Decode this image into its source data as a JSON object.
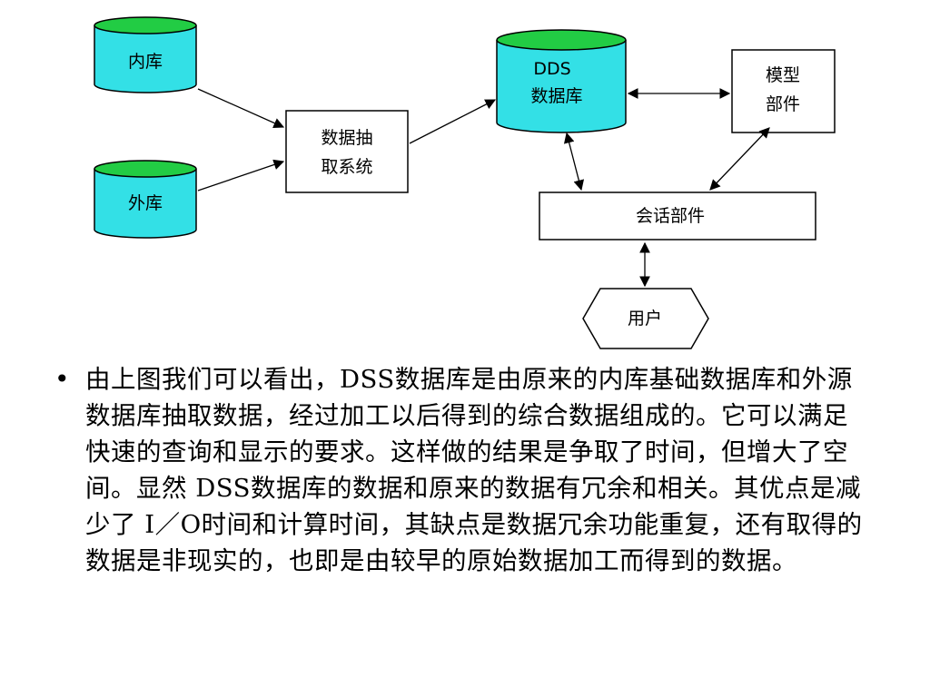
{
  "diagram": {
    "inner_db": "内库",
    "outer_db": "外库",
    "extract_line1": "数据抽",
    "extract_line2": "取系统",
    "dds_line1": "DDS",
    "dds_line2": "数据库",
    "model_line1": "模型",
    "model_line2": "部件",
    "session": "会话部件",
    "user": "用户",
    "colors": {
      "db_body": "#33e0e6",
      "db_top": "#22cc44",
      "stroke": "#000000"
    }
  },
  "bullet": {
    "marker": "•",
    "text": "由上图我们可以看出，DSS数据库是由原来的内库基础数据库和外源数据库抽取数据，经过加工以后得到的综合数据组成的。它可以满足快速的查询和显示的要求。这样做的结果是争取了时间，但增大了空间。显然 DSS数据库的数据和原来的数据有冗余和相关。其优点是减少了 I／O时间和计算时间，其缺点是数据冗余功能重复，还有取得的数据是非现实的，也即是由较早的原始数据加工而得到的数据。"
  }
}
